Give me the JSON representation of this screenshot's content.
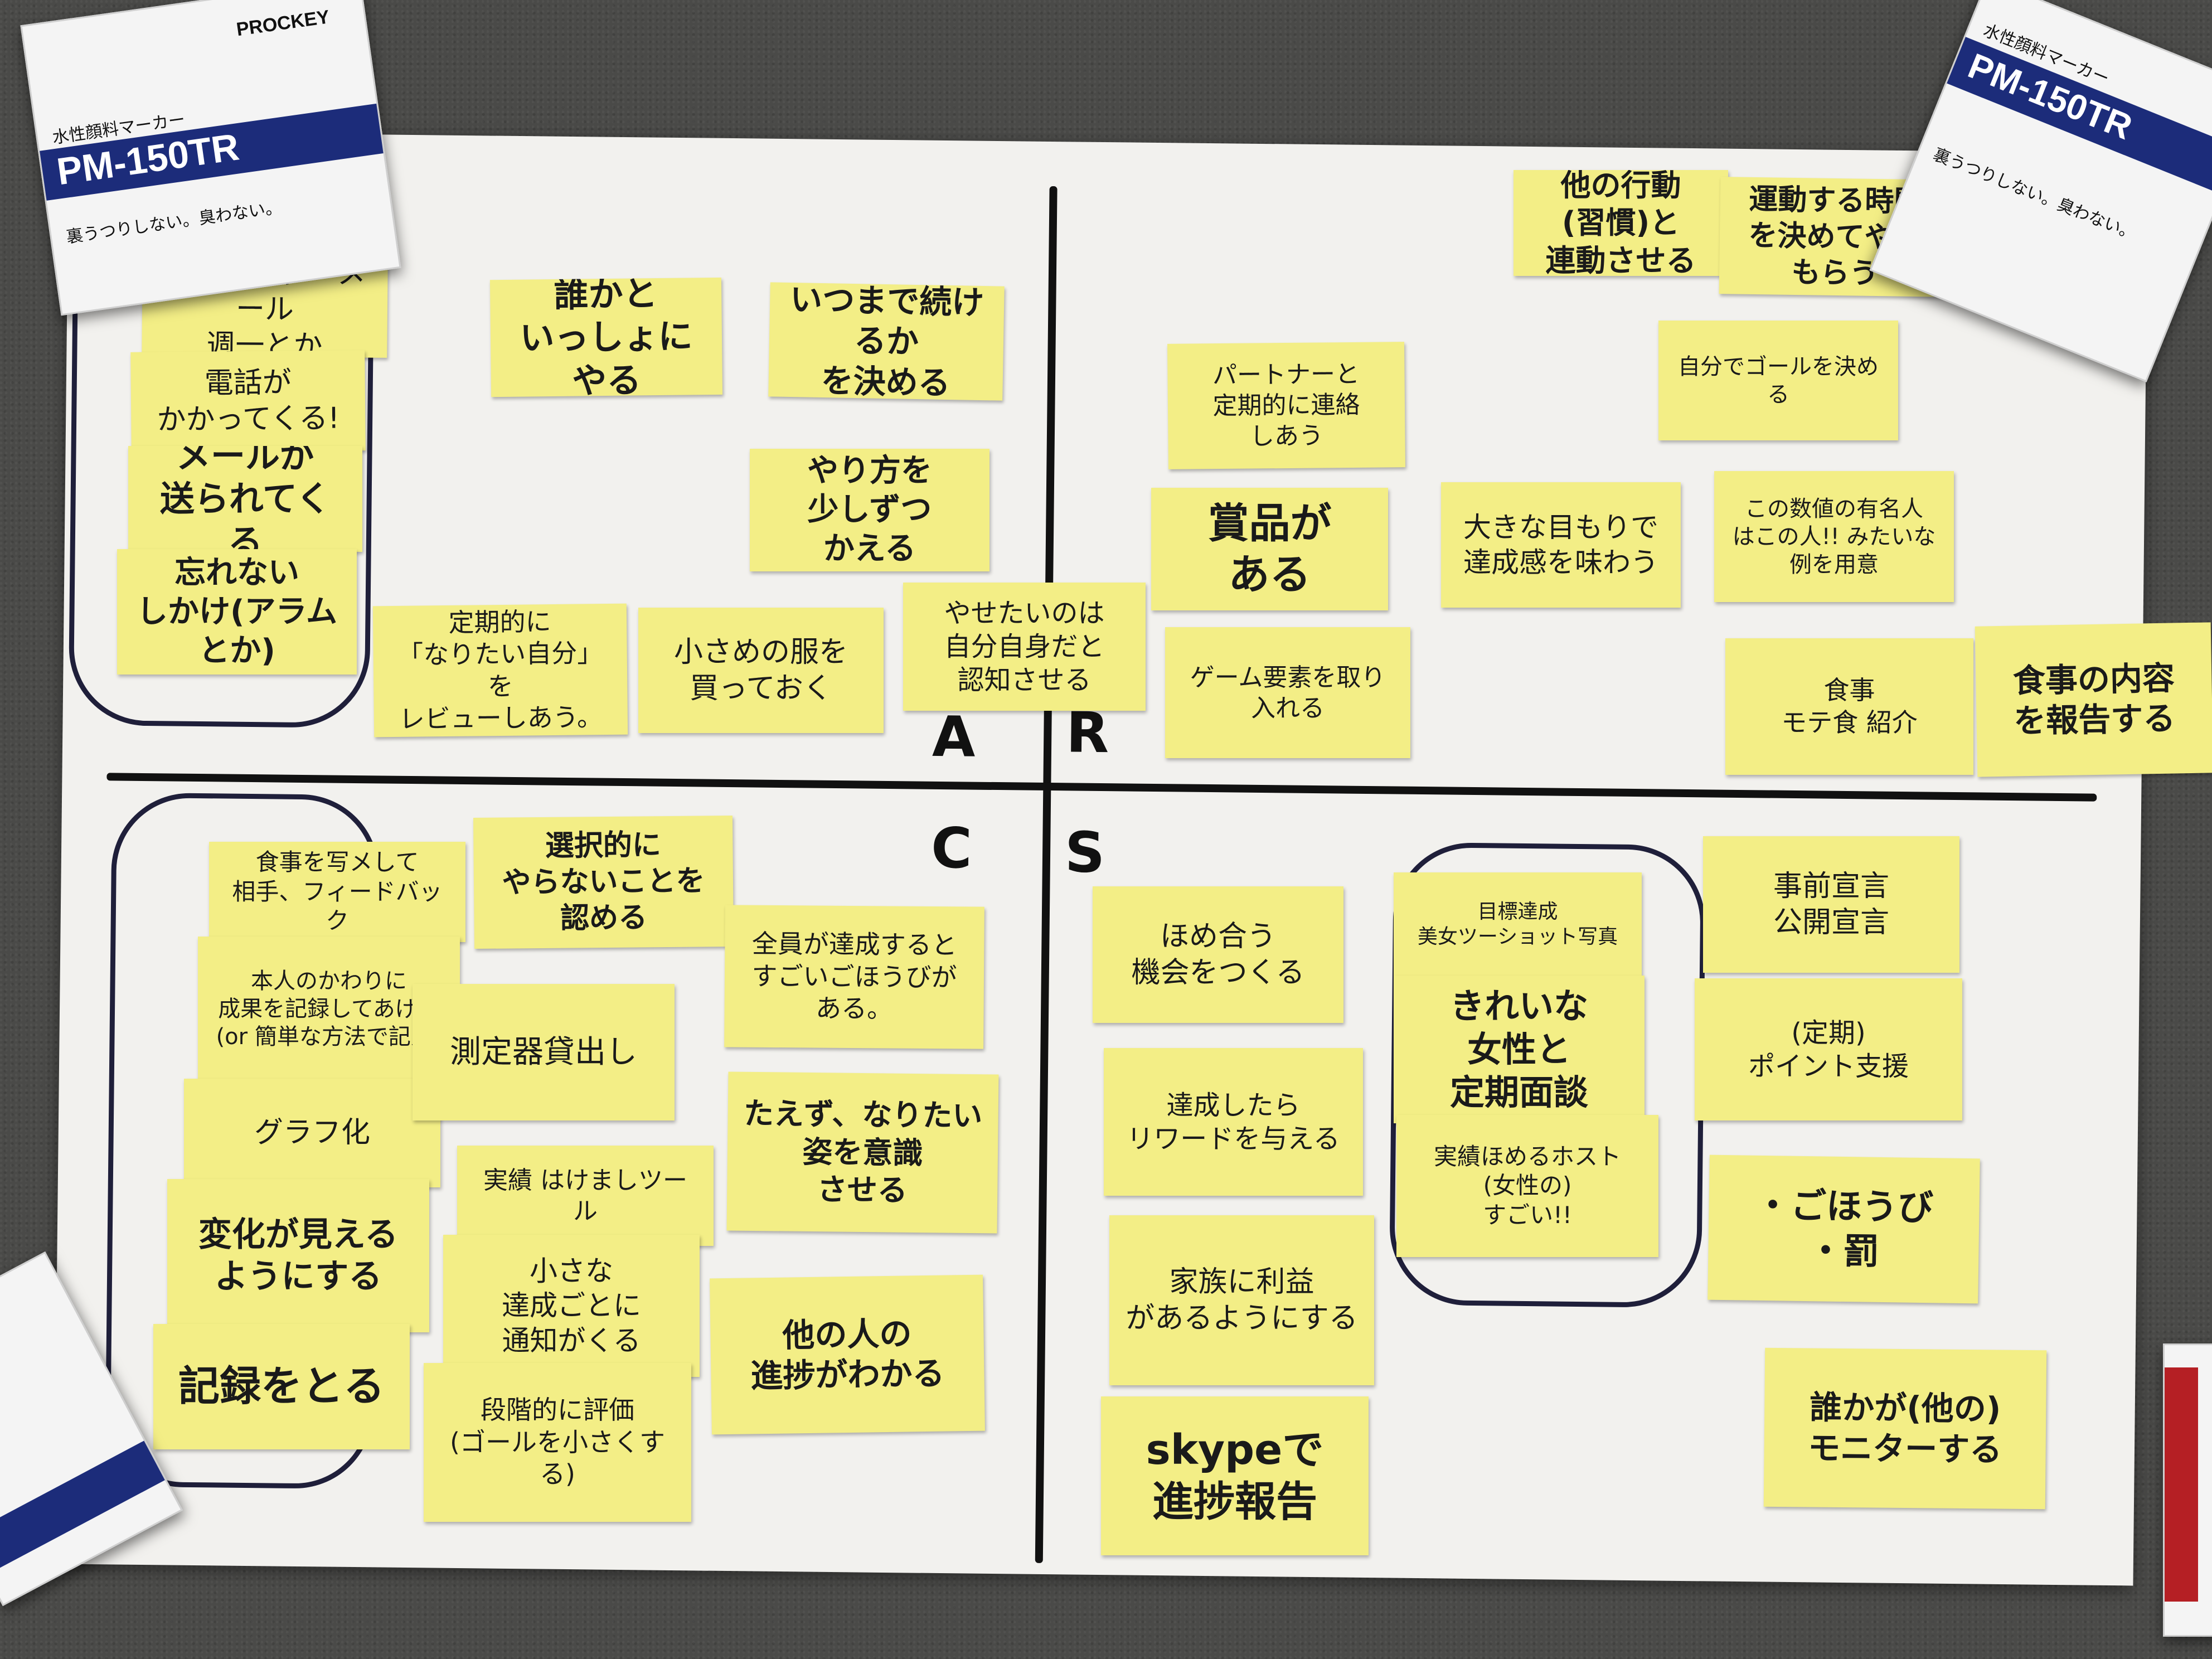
{
  "quadrant_labels": {
    "a": "A",
    "r": "R",
    "c": "C",
    "s": "S"
  },
  "marker_boxes": {
    "label_jp": "水性顔料マーカー",
    "model": "PM-150TR",
    "brand": "PROCKEY",
    "tagline": "裏うつりしない。臭わない。"
  },
  "notes": {
    "a1": "リマインダーメール\n週一とか",
    "a2": "電話が\nかかってくる!",
    "a3": "メールが\n送られてくる",
    "a4": "忘れない\nしかけ(アラムとか)",
    "a5": "誰かと\nいっしょにやる",
    "a6": "いつまで続けるか\nを決める",
    "a7": "やり方を\n少しずつ\nかえる",
    "a8": "定期的に\n「なりたい自分」を\nレビューしあう。",
    "a9": "小さめの服を\n買っておく",
    "a10": "やせたいのは\n自分自身だと\n認知させる",
    "r1": "パートナーと\n定期的に連絡\nしあう",
    "r2": "賞品が\nある",
    "r3": "ゲーム要素を取り\n入れる",
    "r4": "大きな目もりで\n達成感を味わう",
    "r5": "他の行動\n(習慣)と\n連動させる",
    "r6": "運動する時間\nを決めてやり\nもらう",
    "r7": "自分でゴールを決める",
    "r8": "この数値の有名人\nはこの人!! みたいな\n例を用意",
    "r9": "食事\nモテ食 紹介",
    "r10": "食事の内容\nを報告する",
    "c1": "食事を写メして\n相手、フィードバック",
    "c2": "本人のかわりに\n成果を記録してあげる\n(or 簡単な方法で記入)",
    "c3": "グラフ化",
    "c4": "変化が見える\nようにする",
    "c5": "記録をとる",
    "c6": "選択的に\nやらないことを\n認める",
    "c7": "測定器貸出し",
    "c8": "実績 はけましツール",
    "c9": "小さな\n達成ごとに\n通知がくる",
    "c10": "段階的に評価\n(ゴールを小さくする)",
    "c11": "全員が達成すると\nすごいごほうびが\nある。",
    "c12": "たえず、なりたい\n姿を意識\nさせる",
    "c13": "他の人の\n進捗がわかる",
    "s1": "ほめ合う\n機会をつくる",
    "s2": "達成したら\nリワードを与える",
    "s3": "家族に利益\nがあるようにする",
    "s4": "skypeで\n進捗報告",
    "s5": "目標達成\n美女ツーショット写真",
    "s6": "きれいな\n女性と\n定期面談",
    "s7": "実績ほめるホスト\n(女性の)\nすごい!!",
    "s8": "事前宣言\n公開宣言",
    "s9": "(定期)\nポイント支援",
    "s10": "・ごほうび\n・罰",
    "s11": "誰かが(他の)\nモニターする"
  },
  "colors": {
    "note": "#f3ee86",
    "poster": "#f2f1ee",
    "ink": "#111111",
    "carpet": "#4a4a48"
  }
}
